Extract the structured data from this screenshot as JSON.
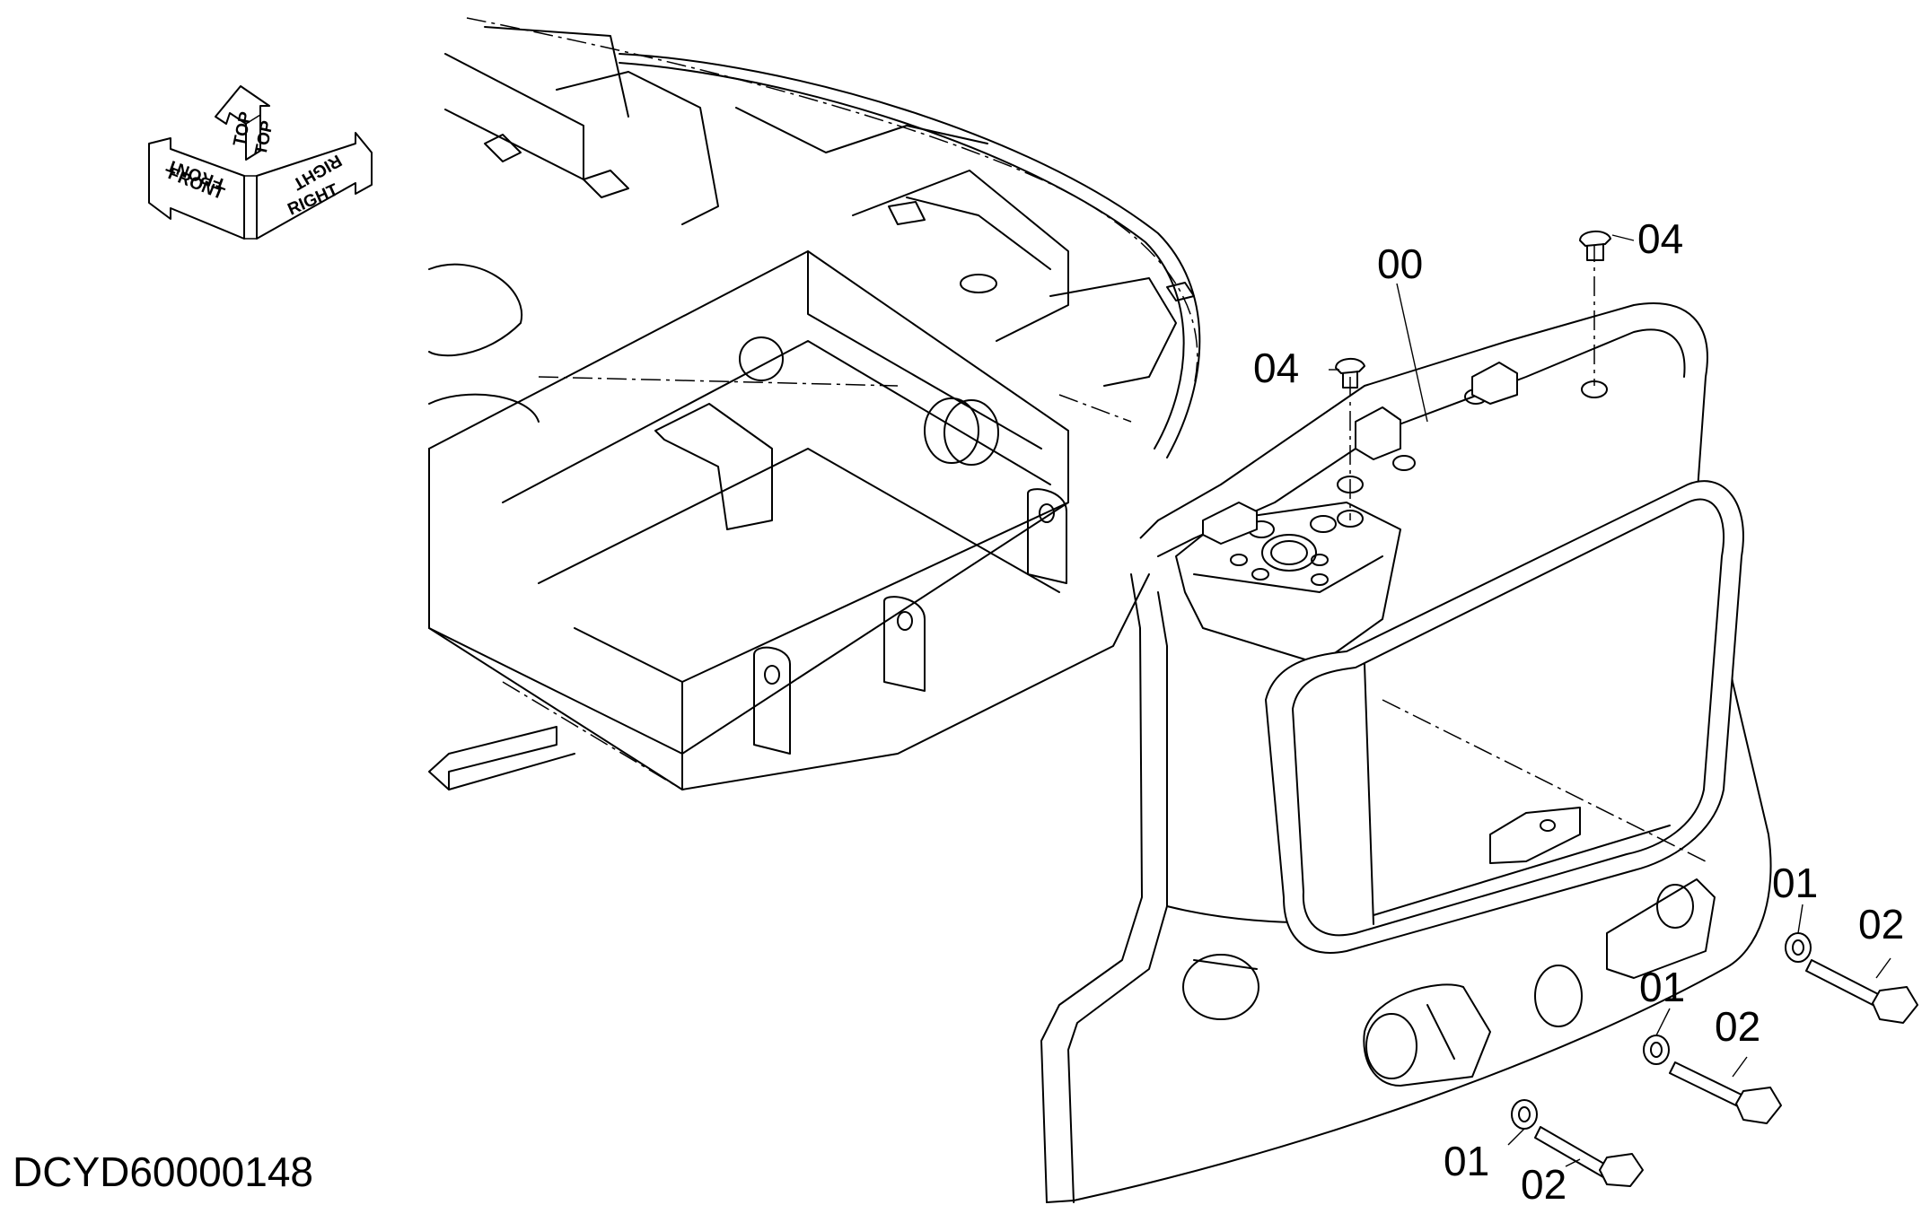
{
  "orientation_indicator": {
    "labels": [
      "TOP",
      "TOP",
      "FRONT",
      "FRONT",
      "RIGHT",
      "RIGHT"
    ]
  },
  "callouts": [
    {
      "id": "00",
      "label": "00"
    },
    {
      "id": "04a",
      "label": "04"
    },
    {
      "id": "04b",
      "label": "04"
    },
    {
      "id": "01a",
      "label": "01"
    },
    {
      "id": "02a",
      "label": "02"
    },
    {
      "id": "01b",
      "label": "01"
    },
    {
      "id": "02b",
      "label": "02"
    },
    {
      "id": "01c",
      "label": "01"
    },
    {
      "id": "02c",
      "label": "02"
    }
  ],
  "drawing_number": "DCYD60000148"
}
